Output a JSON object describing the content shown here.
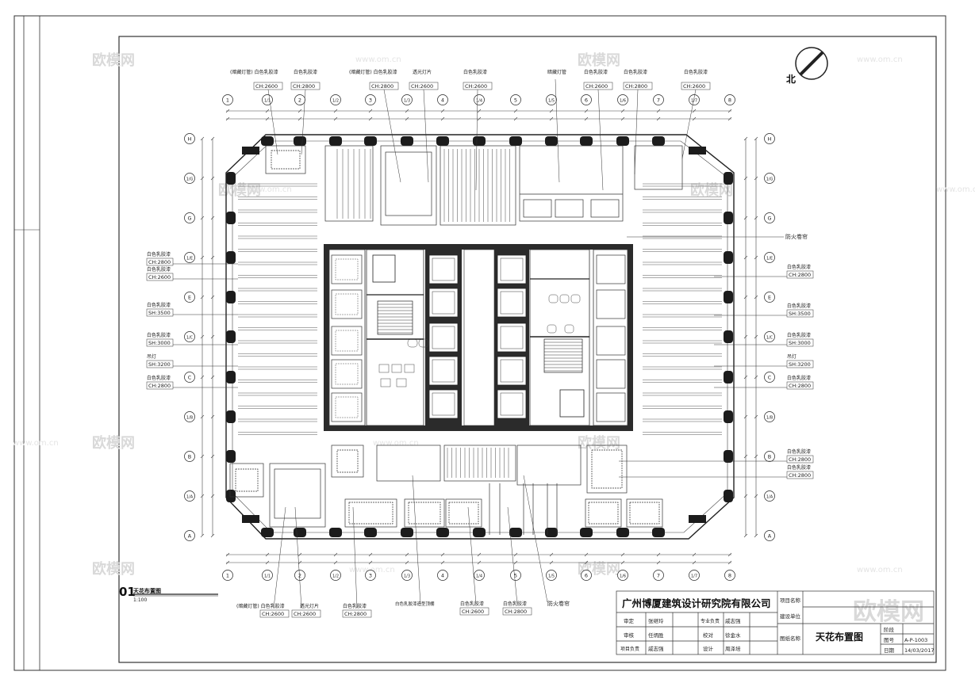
{
  "plan": {
    "title_number": "01",
    "title": "天花布置图",
    "scale": "1:100",
    "north_label": "北",
    "fire_curtain_label": "防火卷帘",
    "grid_cols": [
      "1",
      "1/1",
      "2",
      "1/2",
      "3",
      "1/3",
      "4",
      "1/4",
      "5",
      "1/5",
      "6",
      "1/6",
      "7",
      "1/7",
      "8"
    ],
    "grid_rows": [
      "H",
      "1/G",
      "G",
      "1/E",
      "E",
      "1/C",
      "C",
      "1/B",
      "B",
      "1/A",
      "A"
    ],
    "top_notes": [
      {
        "label": "(暗藏灯管) 白色乳胶漆",
        "ch": "CH:2600"
      },
      {
        "label": "白色乳胶漆",
        "ch": "CH:2800"
      },
      {
        "label": "(暗藏灯管) 白色乳胶漆",
        "ch": "CH:2800"
      },
      {
        "label": "透光灯片",
        "ch": "CH:2600"
      },
      {
        "label": "白色乳胶漆",
        "ch": "CH:2600"
      },
      {
        "label": "暗藏灯管",
        "ch": ""
      },
      {
        "label": "白色乳胶漆",
        "ch": "CH:2600"
      },
      {
        "label": "白色乳胶漆",
        "ch": "CH:2800"
      },
      {
        "label": "白色乳胶漆",
        "ch": "CH:2600"
      }
    ],
    "left_notes": [
      {
        "label": "白色乳胶漆",
        "ch": "CH:2800"
      },
      {
        "label": "白色乳胶漆",
        "ch": "CH:2600"
      },
      {
        "label": "白色乳胶漆",
        "ch": "SH:3500"
      },
      {
        "label": "白色乳胶漆",
        "ch": "SH:3000"
      },
      {
        "label": "吊灯",
        "ch": "SH:3200"
      },
      {
        "label": "白色乳胶漆",
        "ch": "CH:2800"
      }
    ],
    "right_notes": [
      {
        "label": "防火卷帘",
        "ch": ""
      },
      {
        "label": "白色乳胶漆",
        "ch": "CH:2800"
      },
      {
        "label": "白色乳胶漆",
        "ch": "SH:3500"
      },
      {
        "label": "白色乳胶漆",
        "ch": "SH:3000"
      },
      {
        "label": "吊灯",
        "ch": "SH:3200"
      },
      {
        "label": "白色乳胶漆",
        "ch": "CH:2800"
      },
      {
        "label": "白色乳胶漆",
        "ch": "CH:2800"
      },
      {
        "label": "白色乳胶漆",
        "ch": "CH:2800"
      }
    ],
    "bottom_notes": [
      {
        "label": "(暗藏灯管) 白色乳胶漆",
        "ch": "CH:2600"
      },
      {
        "label": "透光灯片",
        "ch": "CH:2600"
      },
      {
        "label": "白色乳胶漆",
        "ch": "CH:2800"
      },
      {
        "label": "白色乳胶漆造型顶棚",
        "ch": ""
      },
      {
        "label": "白色乳胶漆",
        "ch": "CH:2600"
      },
      {
        "label": "白色乳胶漆",
        "ch": "CH:2800"
      },
      {
        "label": "防火卷帘",
        "ch": ""
      }
    ]
  },
  "title_block": {
    "company": "广州博厦建筑设计研究院有限公司",
    "project_name_label": "项目名称",
    "client_label": "建设单位",
    "drawing_name_label": "图纸名称",
    "drawing_name": "天花布置图",
    "roles": [
      "审定",
      "审核",
      "项目负责",
      "专业负责",
      "校对",
      "设计"
    ],
    "names": [
      "张继玲",
      "任炳胜",
      "戚志强",
      "戚志强",
      "徐金水",
      "周泽培"
    ],
    "stage_label": "阶段",
    "drawing_no_label": "图号",
    "drawing_no": "A-P-1003",
    "date_label": "日期",
    "date": "14/03/2017"
  },
  "watermarks": {
    "brand": "欧模网",
    "url": "www.om.cn"
  },
  "colors": {
    "line": "#2a2a2a",
    "wall": "#1c1c1c",
    "watermark": "#d9d9d9"
  }
}
